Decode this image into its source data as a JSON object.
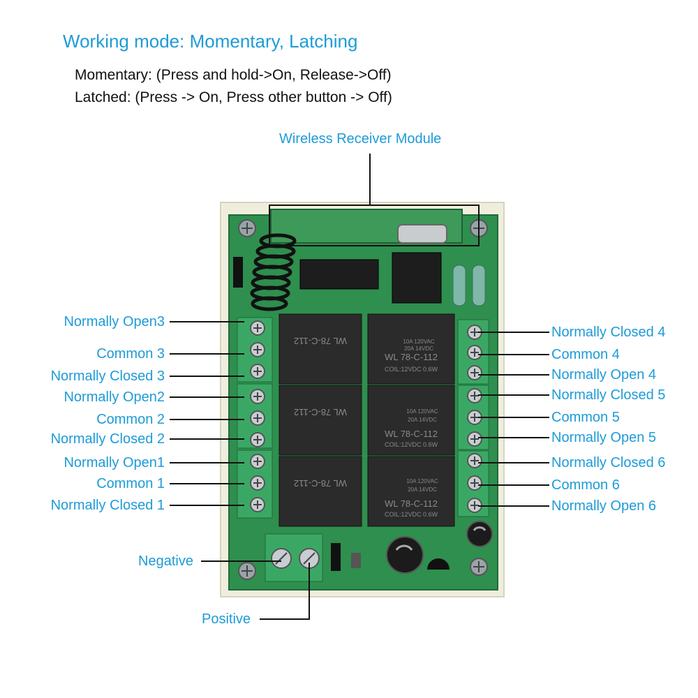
{
  "header": {
    "title": "Working mode: Momentary, Latching",
    "line1": "Momentary: (Press and hold->On, Release->Off)",
    "line2": "Latched: (Press -> On, Press other button -> Off)"
  },
  "module_label": "Wireless Receiver Module",
  "left_labels": [
    "Normally Open3",
    "Common 3",
    "Normally Closed 3",
    "Normally Open2",
    "Common 2",
    "Normally Closed 2",
    "Normally Open1",
    "Common 1",
    "Normally Closed 1"
  ],
  "right_labels": [
    "Normally Closed 4",
    "Common 4",
    "Normally Open 4",
    "Normally Closed 5",
    "Common 5",
    "Normally Open 5",
    "Normally Closed 6",
    "Common 6",
    "Normally Open 6"
  ],
  "power_labels": {
    "negative": "Negative",
    "positive": "Positive"
  },
  "relay_text": {
    "model": "WL 78-C-112",
    "rating1": "10A 120VAC",
    "rating2": "20A 14VDC",
    "coil": "COIL:12VDC 0.6W"
  },
  "colors": {
    "label": "#1e9bd7",
    "pcb": "#2f8f4e",
    "relay": "#2b2b2b",
    "terminal": "#3aa864"
  }
}
